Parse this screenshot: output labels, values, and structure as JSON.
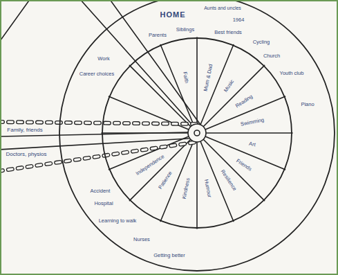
{
  "diagram": {
    "nodes": [
      {
        "text": [
          "HOME",
          "Aunts and uncles",
          "1964",
          "Parents",
          "Siblings",
          "Best friends",
          "Cycling",
          "Church",
          "Youth club",
          "Piano",
          "Work",
          "Career choices",
          "Accident",
          "Hospital",
          "Learning to walk",
          "Nurses",
          "Getting better"
        ]
      },
      {
        "text": [
          "Faith",
          "Mum & Dad",
          "Music",
          "Reading",
          "Swimming",
          "Art",
          "Friends",
          "Resilience",
          "Humour",
          "Kindness",
          "Patience",
          "Independence"
        ],
        "in": 0
      }
    ],
    "labels": [
      "Family, friends",
      "Doctors, physios"
    ]
  }
}
